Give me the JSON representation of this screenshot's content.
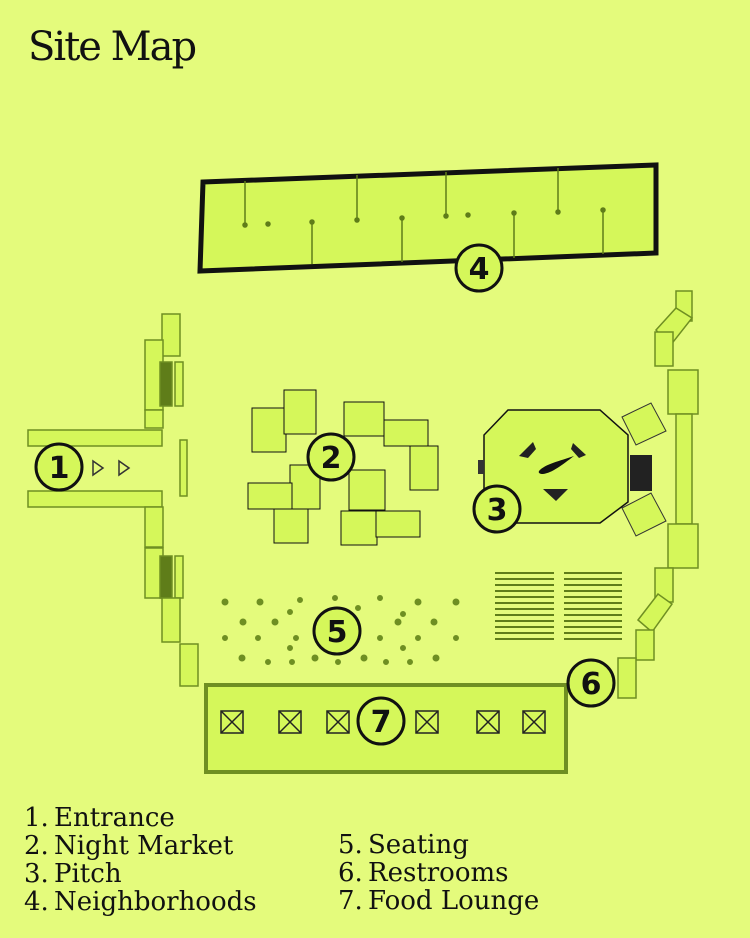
{
  "title": "Site Map",
  "colors": {
    "background": "#e4fb7c",
    "zone_fill": "#d5f75a",
    "zone_stroke": "#5f7d19",
    "outline": "#111111",
    "marker_fill": "#d5f75a"
  },
  "markers": [
    {
      "number": "1",
      "name": "Entrance"
    },
    {
      "number": "2",
      "name": "Night Market"
    },
    {
      "number": "3",
      "name": "Pitch"
    },
    {
      "number": "4",
      "name": "Neighborhoods"
    },
    {
      "number": "5",
      "name": "Seating"
    },
    {
      "number": "6",
      "name": "Restrooms"
    },
    {
      "number": "7",
      "name": "Food Lounge"
    }
  ],
  "legend": {
    "left": [
      {
        "num": "1.",
        "label": "Entrance"
      },
      {
        "num": "2.",
        "label": "Night Market"
      },
      {
        "num": "3.",
        "label": "Pitch"
      },
      {
        "num": "4.",
        "label": "Neighborhoods"
      }
    ],
    "right": [
      {
        "num": "5.",
        "label": "Seating"
      },
      {
        "num": "6.",
        "label": "Restrooms"
      },
      {
        "num": "7.",
        "label": "Food Lounge"
      }
    ]
  },
  "icons": {
    "pitch_logo": "swoosh-icon",
    "food_stall": "crossed-box-icon",
    "entrance_arrow": "chevron-right-icon"
  }
}
